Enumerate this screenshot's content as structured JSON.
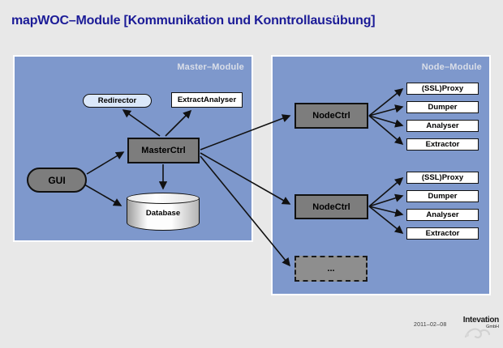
{
  "title": "mapWOC–Module [Kommunikation und Konntrollausübung]",
  "colors": {
    "background": "#e8e8e8",
    "panel_blue": "#7e98cc",
    "panel_border": "#ffffff",
    "panel_label": "#dadee8",
    "ctrl_gray": "#7d7d7d",
    "dashed_gray": "#8e8e8e",
    "redirector_fill": "#dbe8fa",
    "service_fill": "#ffffff",
    "title_color": "#1b1b97",
    "arrow_color": "#111111"
  },
  "master_module": {
    "label": "Master–Module",
    "nodes": {
      "redirector": "Redirector",
      "extract_analyser": "ExtractAnalyser",
      "master_ctrl": "MasterCtrl",
      "gui": "GUI",
      "database": "Database"
    }
  },
  "node_module": {
    "label": "Node–Module",
    "groups": [
      {
        "ctrl": "NodeCtrl",
        "services": [
          "(SSL)Proxy",
          "Dumper",
          "Analyser",
          "Extractor"
        ]
      },
      {
        "ctrl": "NodeCtrl",
        "services": [
          "(SSL)Proxy",
          "Dumper",
          "Analyser",
          "Extractor"
        ]
      }
    ],
    "more_placeholder": "..."
  },
  "footer": {
    "date": "2011–02–08",
    "logo": "Intevation",
    "logo_sub": "GmbH"
  }
}
